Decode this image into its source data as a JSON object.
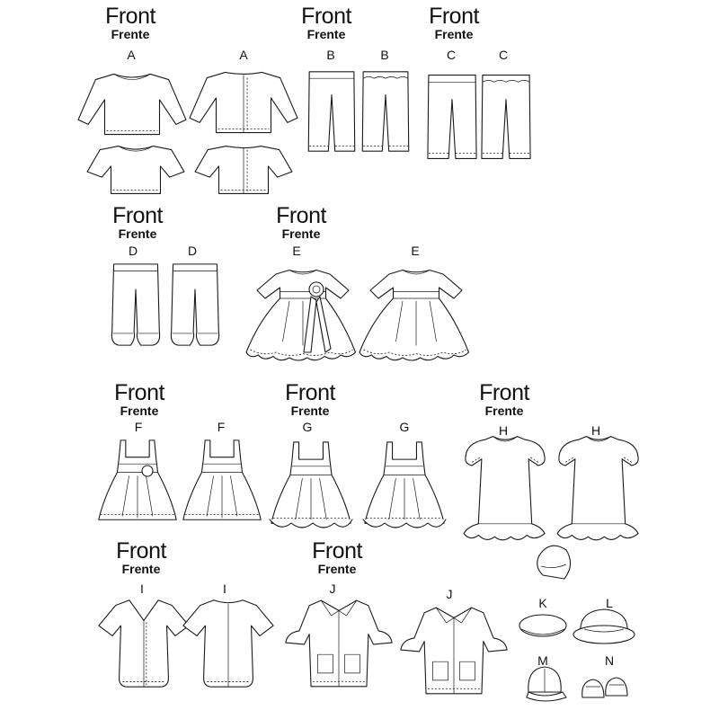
{
  "sections": [
    {
      "front": "Front",
      "frente": "Frente"
    },
    {
      "front": "Front",
      "frente": "Frente"
    },
    {
      "front": "Front",
      "frente": "Frente"
    },
    {
      "front": "Front",
      "frente": "Frente"
    },
    {
      "front": "Front",
      "frente": "Frente"
    },
    {
      "front": "Front",
      "frente": "Frente"
    },
    {
      "front": "Front",
      "frente": "Frente"
    },
    {
      "front": "Front",
      "frente": "Frente"
    },
    {
      "front": "Front",
      "frente": "Frente"
    },
    {
      "front": "Front",
      "frente": "Frente"
    }
  ],
  "labels": [
    "A",
    "A",
    "B",
    "B",
    "C",
    "C",
    "D",
    "D",
    "E",
    "E",
    "F",
    "F",
    "G",
    "G",
    "H",
    "H",
    "I",
    "I",
    "J",
    "J",
    "K",
    "L",
    "M",
    "N"
  ]
}
